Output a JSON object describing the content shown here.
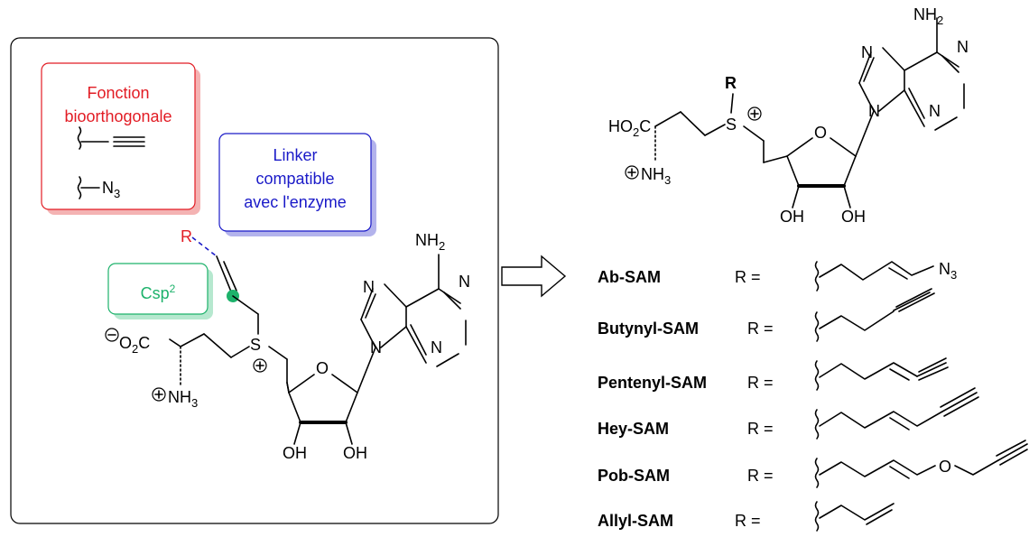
{
  "left_panel": {
    "bioorthogonal": {
      "line1": "Fonction",
      "line2": "bioorthogonale",
      "color": "#e21c24",
      "azide_n": "N",
      "azide_sub": "3"
    },
    "linker": {
      "line1": "Linker",
      "line2": "compatible",
      "line3": "avec l'enzyme",
      "color": "#1a1ac8"
    },
    "csp2": {
      "label": "Csp",
      "sup": "2",
      "color": "#1db26b"
    },
    "r_label": "R",
    "molecule": {
      "carboxylate": "O",
      "carboxylate_sub": "2",
      "carboxylate_c": "C",
      "sulfur": "S",
      "ammonium": "NH",
      "ammonium_sub": "3",
      "ring_o": "O",
      "oh1": "OH",
      "oh2": "OH",
      "amine": "NH",
      "amine_sub": "2",
      "n": "N"
    }
  },
  "right_sam": {
    "r_label": "R",
    "acid": "HO",
    "acid_sub": "2",
    "acid_c": "C",
    "sulfur": "S",
    "ammonium": "NH",
    "ammonium_sub": "3",
    "ring_o": "O",
    "oh1": "OH",
    "oh2": "OH",
    "amine": "NH",
    "amine_sub": "2",
    "n": "N"
  },
  "analogues": [
    {
      "name": "Ab-SAM",
      "r_eq": "R =",
      "tail": "N",
      "tail_sub": "3"
    },
    {
      "name": "Butynyl-SAM",
      "r_eq": "R ="
    },
    {
      "name": "Pentenyl-SAM",
      "r_eq": "R ="
    },
    {
      "name": "Hey-SAM",
      "r_eq": "R ="
    },
    {
      "name": "Pob-SAM",
      "r_eq": "R =",
      "tail": "O"
    },
    {
      "name": "Allyl-SAM",
      "r_eq": "R ="
    }
  ],
  "colors": {
    "red": "#e21c24",
    "blue": "#1a1ac8",
    "green": "#1db26b",
    "shadow_red": "#f4b3b3",
    "shadow_blue": "#b3b3ec",
    "shadow_green": "#b6e8cf"
  }
}
